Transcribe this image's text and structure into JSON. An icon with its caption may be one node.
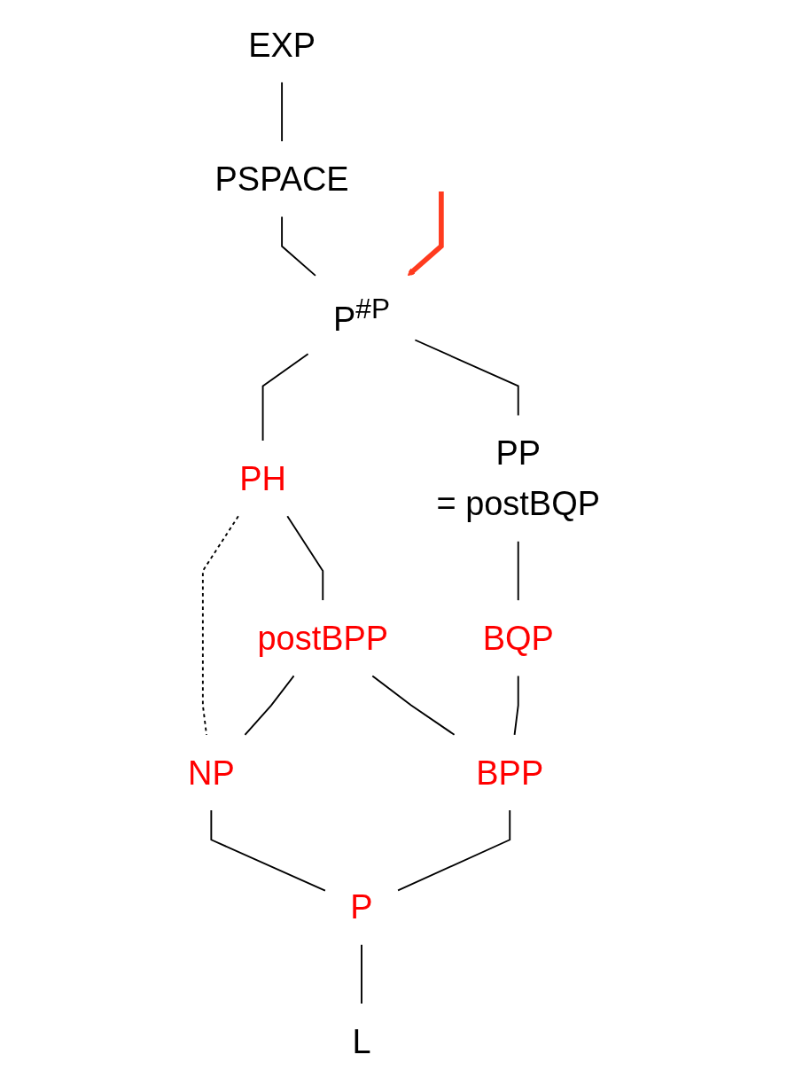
{
  "diagram": {
    "nodes": [
      {
        "text": [
          "EXP"
        ]
      },
      {
        "text": [
          "PSPACE"
        ]
      },
      {
        "text": [
          "P$^{#P}$"
        ]
      },
      {
        "text": [
          "PP",
          "= postBQP"
        ]
      },
      {
        "text": [
          "PH"
        ]
      },
      {
        "text": [
          "postBPP"
        ]
      },
      {
        "text": [
          "BQP"
        ]
      },
      {
        "text": [
          "NP"
        ]
      },
      {
        "text": [
          "BPP"
        ]
      },
      {
        "text": [
          "P"
        ]
      },
      {
        "text": [
          "L"
        ]
      }
    ],
    "edges": [
      {
        "from": 0,
        "to": 1,
        "arrow": "none"
      },
      {
        "from": 1,
        "to": 2,
        "arrow": "none"
      },
      {
        "from": 2,
        "to": 3,
        "arrow": "none"
      },
      {
        "from": 2,
        "to": 4,
        "arrow": "none"
      },
      {
        "from": 4,
        "to": 5,
        "arrow": "none"
      },
      {
        "from": 4,
        "to": 7,
        "arrow": "none",
        "style": "dashed"
      },
      {
        "from": 3,
        "to": 6,
        "arrow": "none"
      },
      {
        "from": 5,
        "to": 7,
        "arrow": "none"
      },
      {
        "from": 5,
        "to": 8,
        "arrow": "none"
      },
      {
        "from": 6,
        "to": 8,
        "arrow": "none"
      },
      {
        "from": 7,
        "to": 9,
        "arrow": "none"
      },
      {
        "from": 8,
        "to": 9,
        "arrow": "none"
      },
      {
        "from": 9,
        "to": 10,
        "arrow": "none"
      },
      {
        "from": null,
        "to": 2,
        "arrow": "to",
        "style": "thick",
        "color": "#ff3b1f"
      }
    ]
  }
}
